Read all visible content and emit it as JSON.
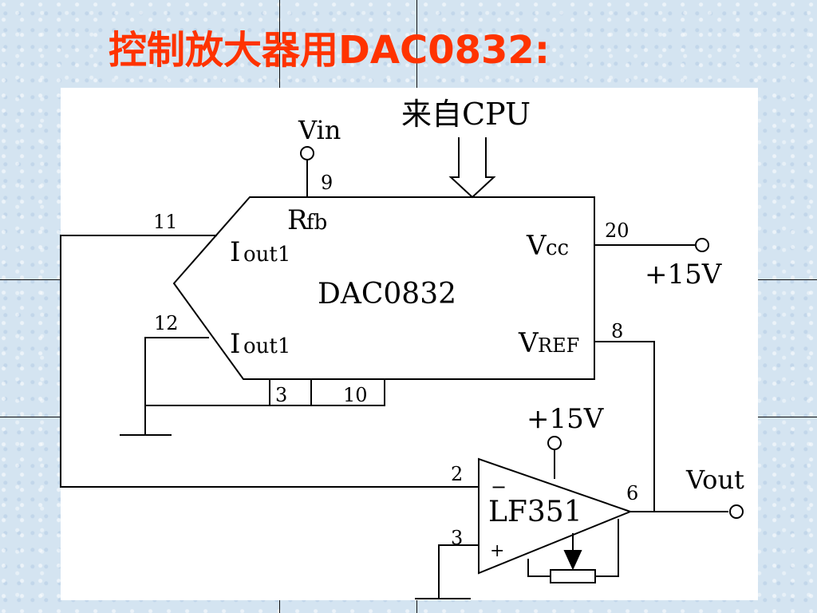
{
  "title": {
    "chinese": "控制放大器用",
    "latin": "DAC0832:"
  },
  "colors": {
    "title": "#ff3300",
    "background": "#d4e4f1",
    "panel": "#ffffff",
    "wire": "#000000"
  },
  "circuit": {
    "input_label": "Vin",
    "cpu_label": "来自CPU",
    "dac": {
      "name": "DAC0832",
      "rfb_main": "R",
      "rfb_sub": "fb",
      "iout_top_main": "I",
      "iout_top_sub": "out1",
      "iout_bottom_main": "I",
      "iout_bottom_sub": "out1",
      "vcc_main": "V",
      "vcc_sub": "cc",
      "vref_main": "V",
      "vref_sub": "REF"
    },
    "pins": {
      "p9": "9",
      "p11": "11",
      "p12": "12",
      "p20": "20",
      "p8": "8",
      "p3_dac": "3",
      "p10": "10",
      "p2": "2",
      "p3_op": "3",
      "p6": "6"
    },
    "supply_dac": "+15V",
    "supply_op": "+15V",
    "opamp": {
      "name": "LF351",
      "minus": "−",
      "plus": "+"
    },
    "output_label": "Vout"
  }
}
